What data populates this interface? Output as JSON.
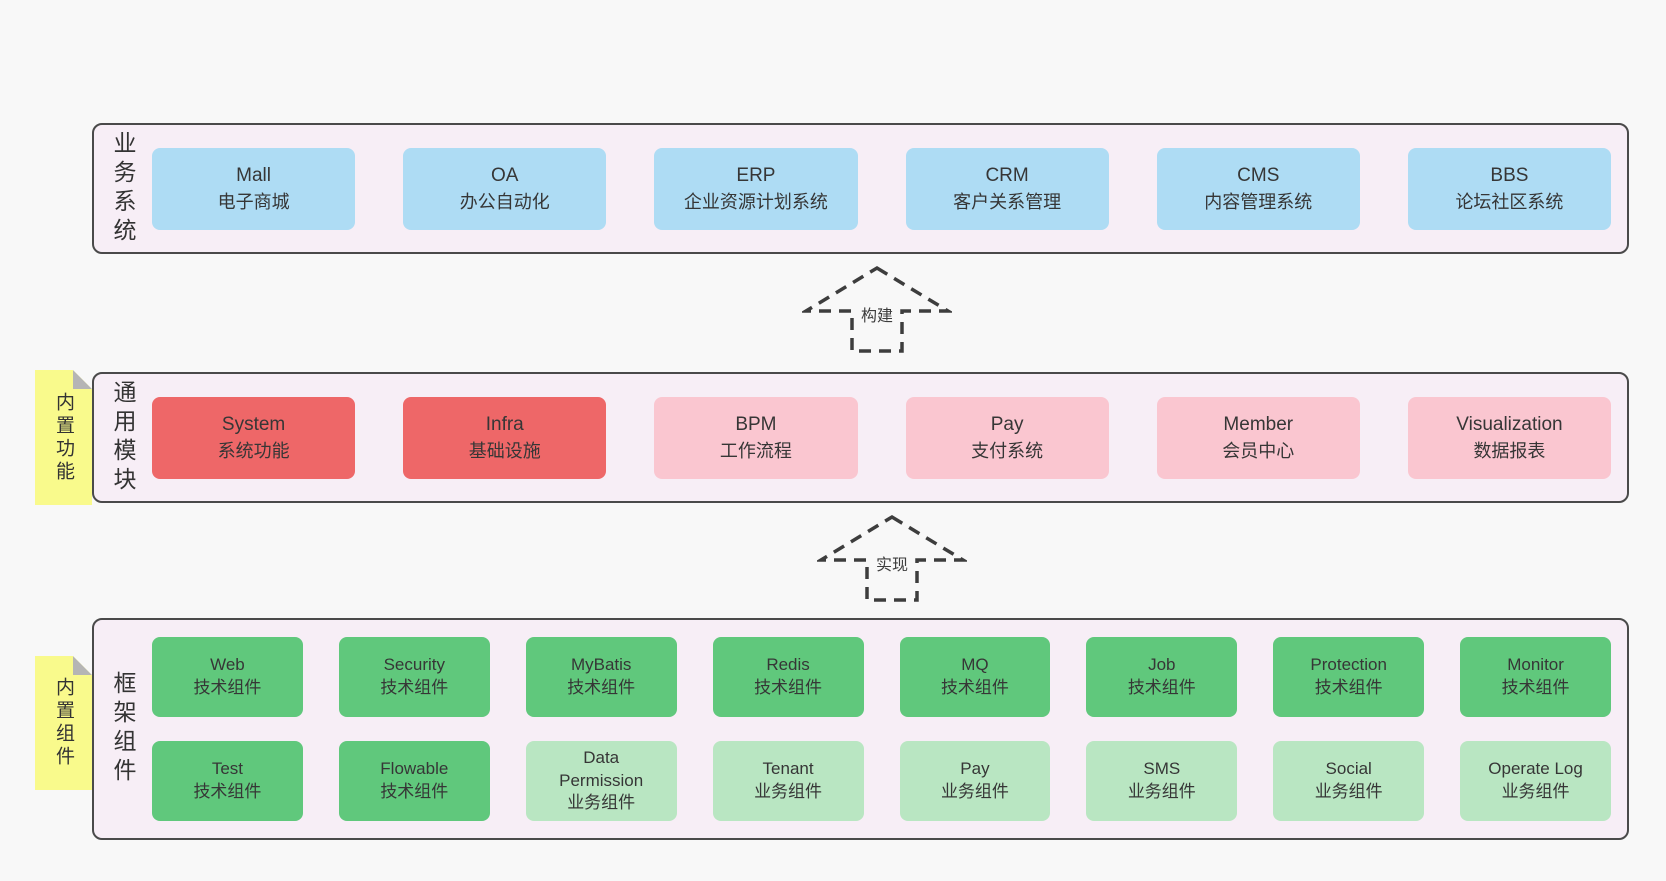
{
  "page": {
    "background": "#f8f8f8"
  },
  "colors": {
    "blue": "#aedcf4",
    "red": "#ee6768",
    "pink": "#fac6d0",
    "green": "#60c87c",
    "light_green": "#b9e6c2",
    "panel_bg": "#f7eef6",
    "panel_border": "#4a4a4a",
    "sticky_yellow": "#f9fa8c",
    "text": "#363636"
  },
  "panels": [
    {
      "label": "业务系统",
      "rows": [
        [
          {
            "name": "Mall",
            "desc": "电子商城",
            "variant": "blue"
          },
          {
            "name": "OA",
            "desc": "办公自动化",
            "variant": "blue"
          },
          {
            "name": "ERP",
            "desc": "企业资源计划系统",
            "variant": "blue"
          },
          {
            "name": "CRM",
            "desc": "客户关系管理",
            "variant": "blue"
          },
          {
            "name": "CMS",
            "desc": "内容管理系统",
            "variant": "blue"
          },
          {
            "name": "BBS",
            "desc": "论坛社区系统",
            "variant": "blue"
          }
        ]
      ]
    },
    {
      "label": "通用模块",
      "sticky": "内置功能",
      "rows": [
        [
          {
            "name": "System",
            "desc": "系统功能",
            "variant": "red"
          },
          {
            "name": "Infra",
            "desc": "基础设施",
            "variant": "red"
          },
          {
            "name": "BPM",
            "desc": "工作流程",
            "variant": "pink"
          },
          {
            "name": "Pay",
            "desc": "支付系统",
            "variant": "pink"
          },
          {
            "name": "Member",
            "desc": "会员中心",
            "variant": "pink"
          },
          {
            "name": "Visualization",
            "desc": "数据报表",
            "variant": "pink"
          }
        ]
      ]
    },
    {
      "label": "框架组件",
      "sticky": "内置组件",
      "rows": [
        [
          {
            "name": "Web",
            "desc": "技术组件",
            "variant": "green"
          },
          {
            "name": "Security",
            "desc": "技术组件",
            "variant": "green"
          },
          {
            "name": "MyBatis",
            "desc": "技术组件",
            "variant": "green"
          },
          {
            "name": "Redis",
            "desc": "技术组件",
            "variant": "green"
          },
          {
            "name": "MQ",
            "desc": "技术组件",
            "variant": "green"
          },
          {
            "name": "Job",
            "desc": "技术组件",
            "variant": "green"
          },
          {
            "name": "Protection",
            "desc": "技术组件",
            "variant": "green"
          },
          {
            "name": "Monitor",
            "desc": "技术组件",
            "variant": "green"
          }
        ],
        [
          {
            "name": "Test",
            "desc": "技术组件",
            "variant": "green"
          },
          {
            "name": "Flowable",
            "desc": "技术组件",
            "variant": "green"
          },
          {
            "name": "Data Permission",
            "desc": "业务组件",
            "variant": "light_green"
          },
          {
            "name": "Tenant",
            "desc": "业务组件",
            "variant": "light_green"
          },
          {
            "name": "Pay",
            "desc": "业务组件",
            "variant": "light_green"
          },
          {
            "name": "SMS",
            "desc": "业务组件",
            "variant": "light_green"
          },
          {
            "name": "Social",
            "desc": "业务组件",
            "variant": "light_green"
          },
          {
            "name": "Operate Log",
            "desc": "业务组件",
            "variant": "light_green"
          }
        ]
      ]
    }
  ],
  "arrows": [
    {
      "label": "构建"
    },
    {
      "label": "实现"
    }
  ]
}
